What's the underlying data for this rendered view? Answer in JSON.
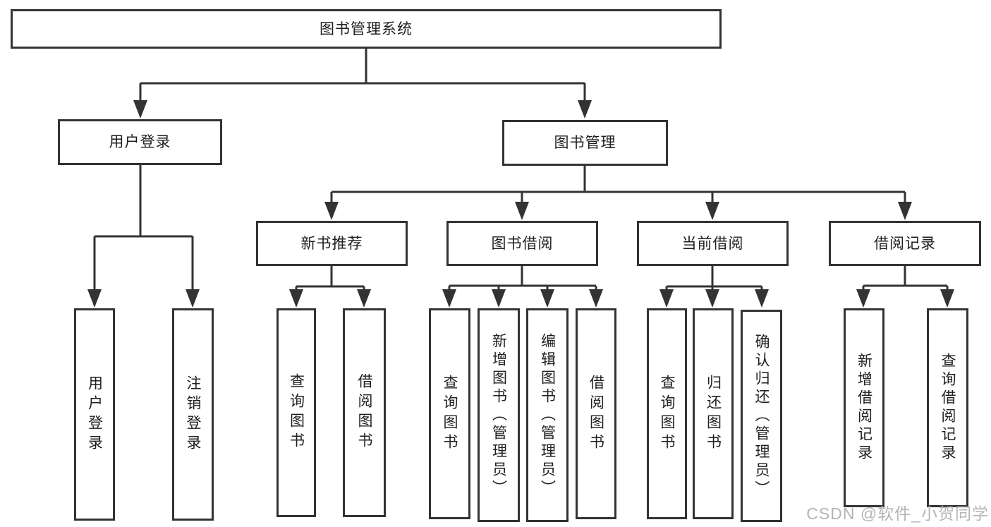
{
  "colors": {
    "line": "#333333",
    "box_border": "#333333",
    "text": "#1f1f1f",
    "background": "#ffffff",
    "watermark": "#b6b4b6"
  },
  "diagram": {
    "nodes": {
      "root": "图书管理系统",
      "user_login": "用户登录",
      "book_management": "图书管理",
      "new_book_recommend": "新书推荐",
      "book_borrow": "图书借阅",
      "current_borrow": "当前借阅",
      "borrow_record": "借阅记录"
    },
    "leaves": {
      "user_login": [
        "用户登录",
        "注销登录"
      ],
      "new_book_recommend": [
        "查询图书",
        "借阅图书"
      ],
      "book_borrow": [
        "查询图书",
        "新增图书（管理员）",
        "编辑图书（管理员）",
        "借阅图书"
      ],
      "current_borrow": [
        "查询图书",
        "归还图书",
        "确认归还（管理员）"
      ],
      "borrow_record": [
        "新增借阅记录",
        "查询借阅记录"
      ]
    }
  },
  "watermark": {
    "text": "CSDN @软件_小贺同学"
  }
}
